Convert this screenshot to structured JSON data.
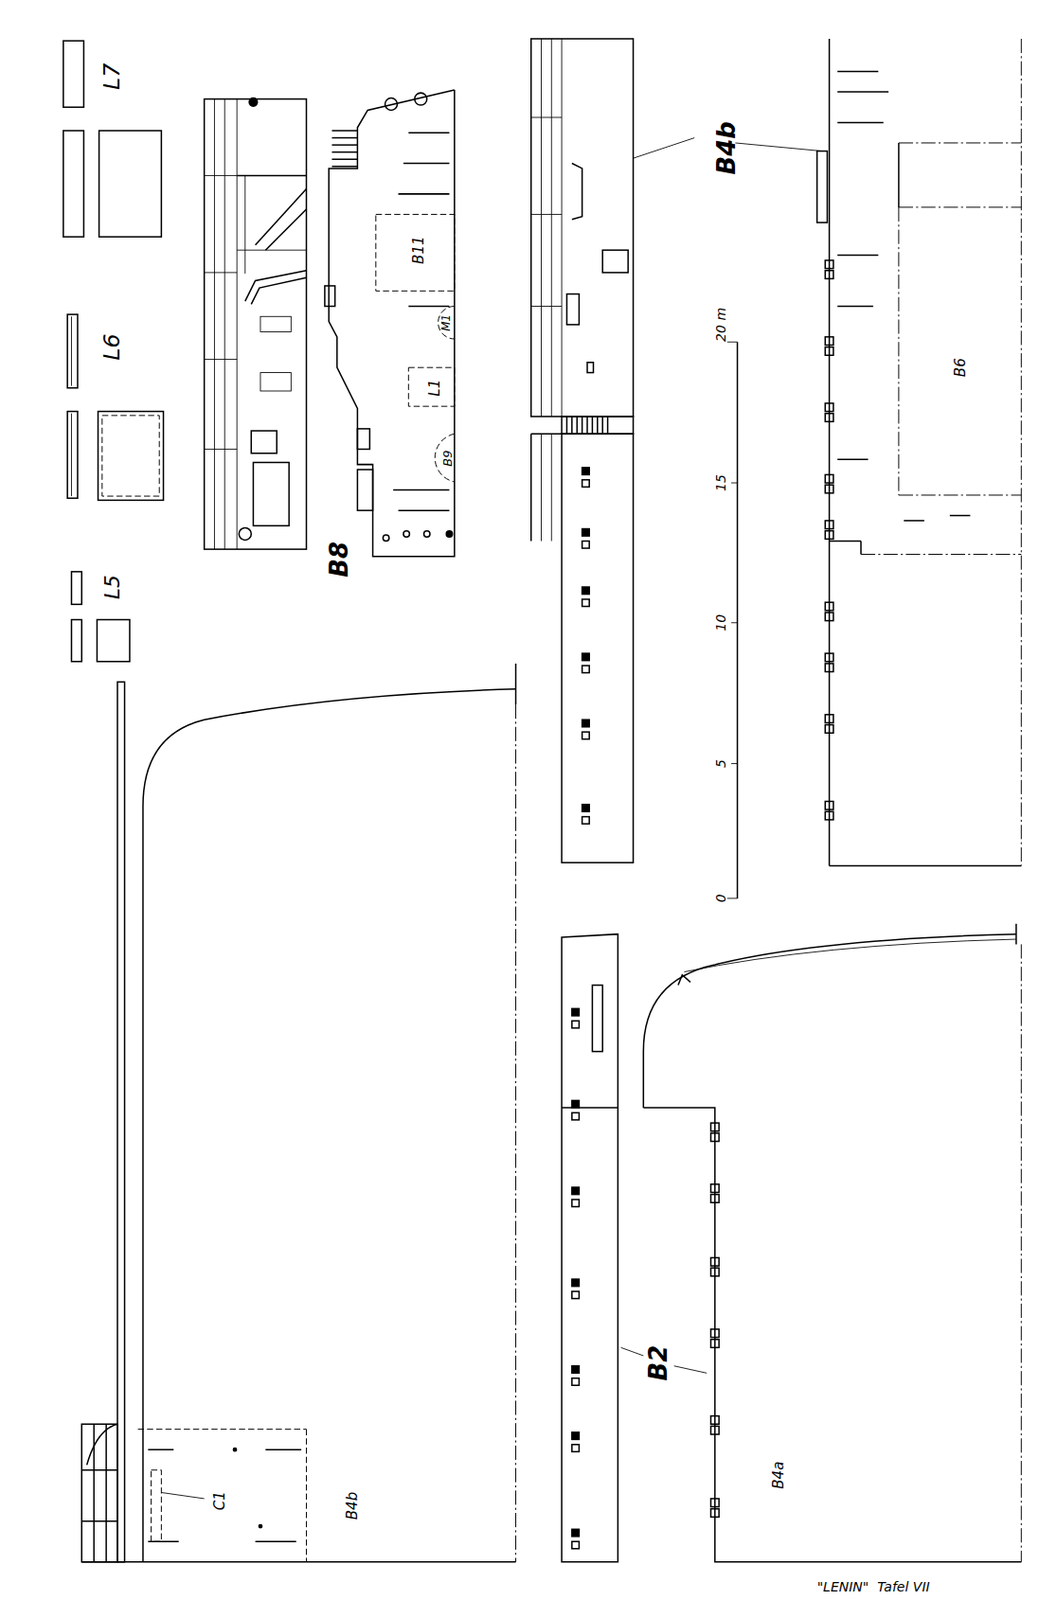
{
  "diagram": {
    "caption": "\"LENIN\"  Tafel VII",
    "labels": [
      "L7",
      "L6",
      "L5",
      "B8",
      "B11",
      "M1",
      "L1",
      "B9",
      "B4b",
      "20 m",
      "15",
      "10",
      "5",
      "0",
      "B6",
      "B4b",
      "C1",
      "B2",
      "B4a"
    ]
  }
}
